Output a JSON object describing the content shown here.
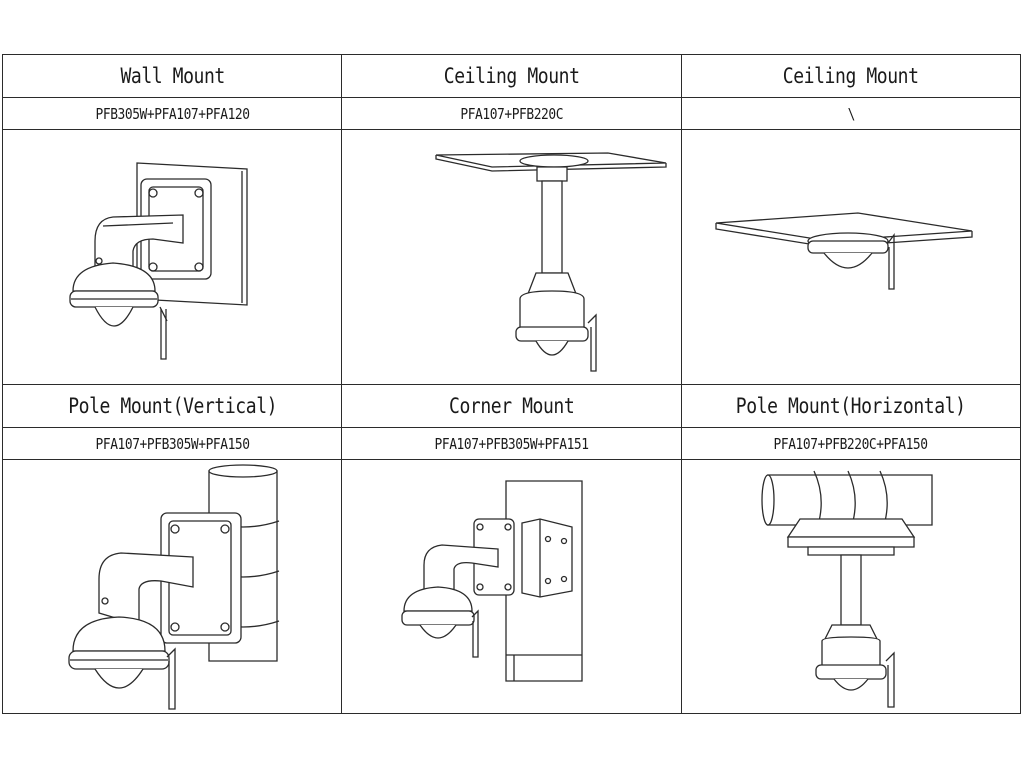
{
  "cells": [
    {
      "title": "Wall Mount",
      "code": "PFB305W+PFA107+PFA120",
      "illustration": "wall-mount-drawing"
    },
    {
      "title": "Ceiling Mount",
      "code": "PFA107+PFB220C",
      "illustration": "ceiling-mount-pendant-drawing"
    },
    {
      "title": "Ceiling Mount",
      "code": "\\",
      "illustration": "ceiling-mount-flush-drawing"
    },
    {
      "title": "Pole Mount(Vertical)",
      "code": "PFA107+PFB305W+PFA150",
      "illustration": "pole-mount-vertical-drawing"
    },
    {
      "title": "Corner Mount",
      "code": "PFA107+PFB305W+PFA151",
      "illustration": "corner-mount-drawing"
    },
    {
      "title": "Pole Mount(Horizontal)",
      "code": "PFA107+PFB220C+PFA150",
      "illustration": "pole-mount-horizontal-drawing"
    }
  ],
  "colors": {
    "line": "#2b2b2b",
    "background": "#ffffff"
  }
}
